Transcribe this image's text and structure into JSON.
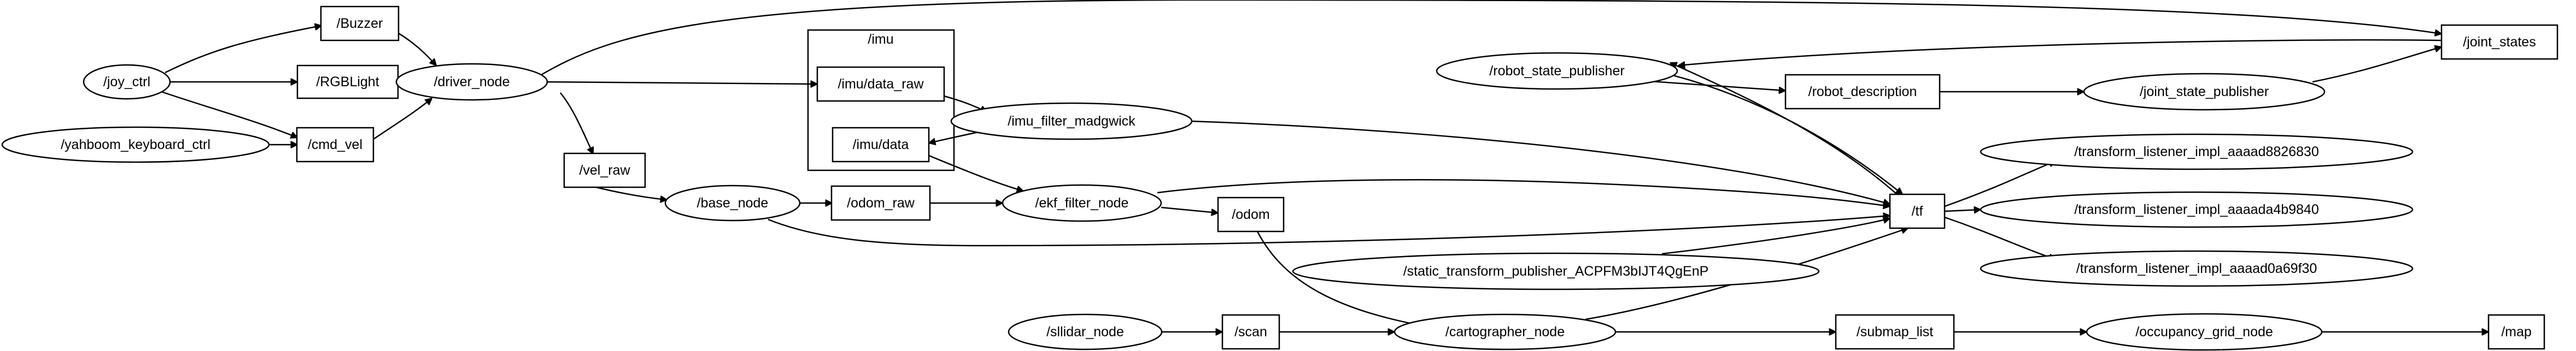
{
  "graph": {
    "cluster": {
      "label": "/imu"
    },
    "nodes": [
      {
        "id": "buzzer",
        "label": "/Buzzer",
        "shape": "box"
      },
      {
        "id": "joy_ctrl",
        "label": "/joy_ctrl",
        "shape": "ellipse"
      },
      {
        "id": "rgblight",
        "label": "/RGBLight",
        "shape": "box"
      },
      {
        "id": "driver_node",
        "label": "/driver_node",
        "shape": "ellipse"
      },
      {
        "id": "yahboom_keyboard_ctrl",
        "label": "/yahboom_keyboard_ctrl",
        "shape": "ellipse"
      },
      {
        "id": "cmd_vel",
        "label": "/cmd_vel",
        "shape": "box"
      },
      {
        "id": "vel_raw",
        "label": "/vel_raw",
        "shape": "box"
      },
      {
        "id": "base_node",
        "label": "/base_node",
        "shape": "ellipse"
      },
      {
        "id": "odom_raw",
        "label": "/odom_raw",
        "shape": "box"
      },
      {
        "id": "imu_data_raw",
        "label": "/imu/data_raw",
        "shape": "box"
      },
      {
        "id": "imu_data",
        "label": "/imu/data",
        "shape": "box"
      },
      {
        "id": "imu_filter_madgwick",
        "label": "/imu_filter_madgwick",
        "shape": "ellipse"
      },
      {
        "id": "ekf_filter_node",
        "label": "/ekf_filter_node",
        "shape": "ellipse"
      },
      {
        "id": "odom",
        "label": "/odom",
        "shape": "box"
      },
      {
        "id": "robot_state_publisher",
        "label": "/robot_state_publisher",
        "shape": "ellipse"
      },
      {
        "id": "robot_description",
        "label": "/robot_description",
        "shape": "box"
      },
      {
        "id": "joint_state_publisher",
        "label": "/joint_state_publisher",
        "shape": "ellipse"
      },
      {
        "id": "joint_states",
        "label": "/joint_states",
        "shape": "box"
      },
      {
        "id": "tf",
        "label": "/tf",
        "shape": "box"
      },
      {
        "id": "static_transform_publisher",
        "label": "/static_transform_publisher_ACPFM3bIJT4QgEnP",
        "shape": "ellipse"
      },
      {
        "id": "tl_8826830",
        "label": "/transform_listener_impl_aaaad8826830",
        "shape": "ellipse"
      },
      {
        "id": "tl_4b9840",
        "label": "/transform_listener_impl_aaaada4b9840",
        "shape": "ellipse"
      },
      {
        "id": "tl_0a69f30",
        "label": "/transform_listener_impl_aaaad0a69f30",
        "shape": "ellipse"
      },
      {
        "id": "sllidar_node",
        "label": "/sllidar_node",
        "shape": "ellipse"
      },
      {
        "id": "scan",
        "label": "/scan",
        "shape": "box"
      },
      {
        "id": "cartographer_node",
        "label": "/cartographer_node",
        "shape": "ellipse"
      },
      {
        "id": "submap_list",
        "label": "/submap_list",
        "shape": "box"
      },
      {
        "id": "occupancy_grid_node",
        "label": "/occupancy_grid_node",
        "shape": "ellipse"
      },
      {
        "id": "map",
        "label": "/map",
        "shape": "box"
      }
    ],
    "edges": [
      {
        "from": "joy_ctrl",
        "to": "buzzer"
      },
      {
        "from": "joy_ctrl",
        "to": "rgblight"
      },
      {
        "from": "joy_ctrl",
        "to": "cmd_vel"
      },
      {
        "from": "yahboom_keyboard_ctrl",
        "to": "cmd_vel"
      },
      {
        "from": "buzzer",
        "to": "driver_node"
      },
      {
        "from": "rgblight",
        "to": "driver_node"
      },
      {
        "from": "cmd_vel",
        "to": "driver_node"
      },
      {
        "from": "driver_node",
        "to": "joint_states"
      },
      {
        "from": "driver_node",
        "to": "imu_data_raw"
      },
      {
        "from": "driver_node",
        "to": "vel_raw"
      },
      {
        "from": "vel_raw",
        "to": "base_node"
      },
      {
        "from": "base_node",
        "to": "odom_raw"
      },
      {
        "from": "base_node",
        "to": "tf"
      },
      {
        "from": "odom_raw",
        "to": "ekf_filter_node"
      },
      {
        "from": "imu_data_raw",
        "to": "imu_filter_madgwick"
      },
      {
        "from": "imu_filter_madgwick",
        "to": "imu_data"
      },
      {
        "from": "imu_filter_madgwick",
        "to": "tf"
      },
      {
        "from": "imu_data",
        "to": "ekf_filter_node"
      },
      {
        "from": "ekf_filter_node",
        "to": "odom"
      },
      {
        "from": "ekf_filter_node",
        "to": "tf"
      },
      {
        "from": "odom",
        "to": "cartographer_node"
      },
      {
        "from": "robot_state_publisher",
        "to": "robot_description"
      },
      {
        "from": "robot_state_publisher",
        "to": "tf"
      },
      {
        "from": "robot_description",
        "to": "joint_state_publisher"
      },
      {
        "from": "joint_state_publisher",
        "to": "joint_states"
      },
      {
        "from": "joint_states",
        "to": "robot_state_publisher"
      },
      {
        "from": "tf",
        "to": "robot_state_publisher"
      },
      {
        "from": "tf",
        "to": "tl_8826830"
      },
      {
        "from": "tf",
        "to": "tl_4b9840"
      },
      {
        "from": "tf",
        "to": "tl_0a69f30"
      },
      {
        "from": "static_transform_publisher",
        "to": "tf"
      },
      {
        "from": "sllidar_node",
        "to": "scan"
      },
      {
        "from": "scan",
        "to": "cartographer_node"
      },
      {
        "from": "cartographer_node",
        "to": "submap_list"
      },
      {
        "from": "cartographer_node",
        "to": "tf"
      },
      {
        "from": "submap_list",
        "to": "occupancy_grid_node"
      },
      {
        "from": "occupancy_grid_node",
        "to": "map"
      }
    ]
  }
}
